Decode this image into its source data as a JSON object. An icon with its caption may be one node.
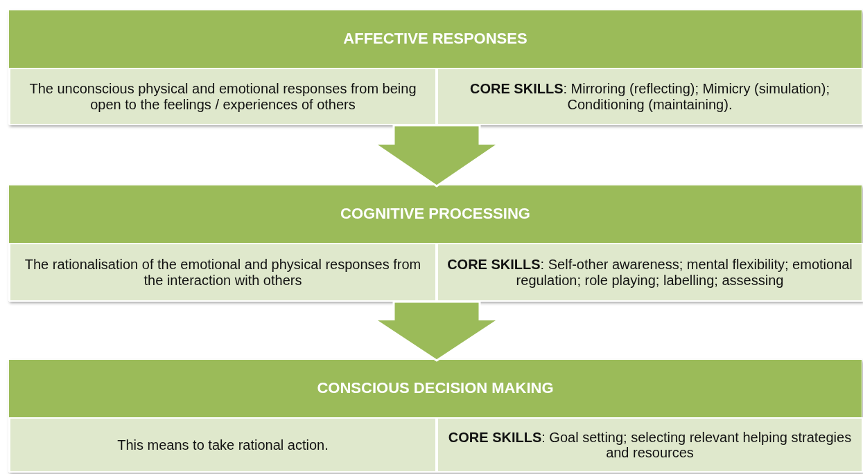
{
  "diagram": {
    "nodes": [
      {
        "text": [
          "AFFECTIVE RESPONSES"
        ]
      },
      {
        "text": [
          "The unconscious physical and emotional responses from being open to the feelings / experiences of others"
        ],
        "in": 0
      },
      {
        "text": [
          "**CORE SKILLS**: Mirroring  (reflecting); Mimicry (simulation); Conditioning (maintaining)."
        ],
        "in": 0
      },
      {
        "text": [
          "COGNITIVE PROCESSING"
        ]
      },
      {
        "text": [
          "The rationalisation of the emotional and physical responses from the interaction with others"
        ],
        "in": 3
      },
      {
        "text": [
          "**CORE SKILLS**: Self-other awareness; mental flexibility; emotional regulation; role playing; labelling; assessing"
        ],
        "in": 3
      },
      {
        "text": [
          "CONSCIOUS DECISION MAKING"
        ]
      },
      {
        "text": [
          "This means to  take rational  action."
        ],
        "in": 6
      },
      {
        "text": [
          "**CORE SKILLS**: Goal setting; selecting relevant helping strategies and resources"
        ],
        "in": 6
      }
    ],
    "edges": [
      {
        "from": 0,
        "to": 3,
        "arrow": "to"
      },
      {
        "from": 3,
        "to": 6,
        "arrow": "to"
      }
    ]
  }
}
